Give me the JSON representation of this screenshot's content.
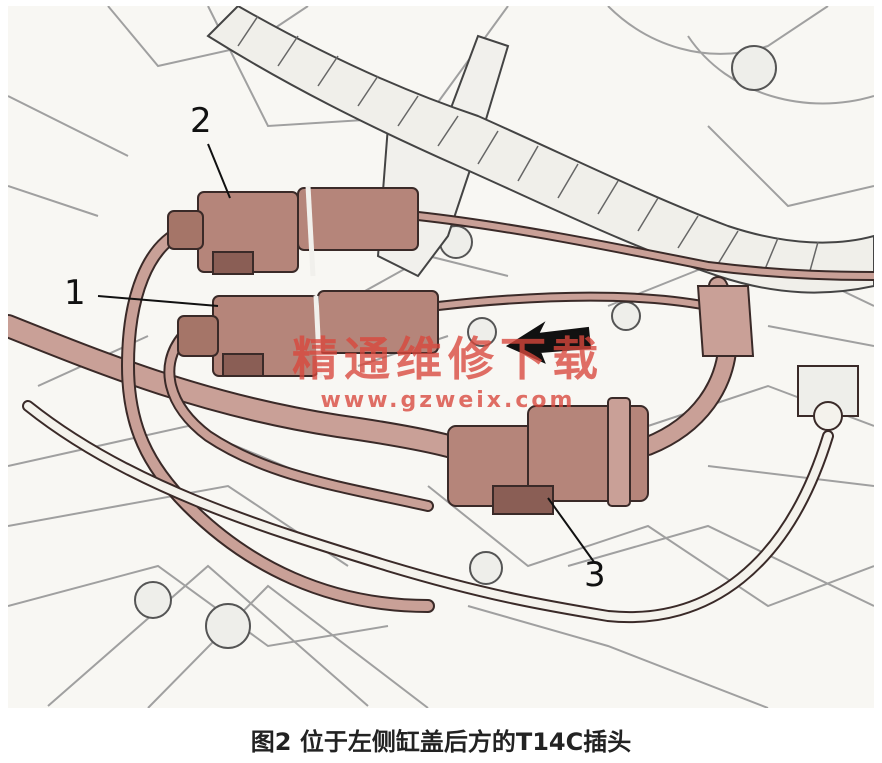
{
  "callouts": {
    "c1": "1",
    "c2": "2",
    "c3": "3"
  },
  "watermark": {
    "title": "精通维修下载",
    "url": "www.gzweix.com"
  },
  "caption": "图2 位于左侧缸盖后方的T14C插头",
  "colors": {
    "connector": "#b5857a",
    "connector_dark": "#8a5e55",
    "wire": "#c9a097",
    "outline": "#3a2a28",
    "engine_line": "#9b9b9b",
    "watermark": "#d9473c"
  }
}
